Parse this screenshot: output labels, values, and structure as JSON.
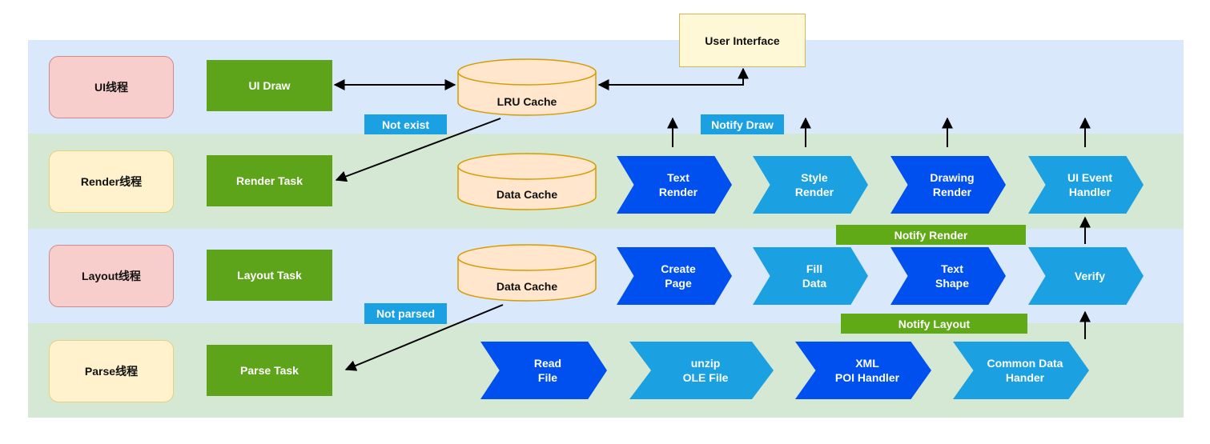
{
  "threads": {
    "ui": "UI线程",
    "render": "Render线程",
    "layout": "Layout线程",
    "parse": "Parse线程"
  },
  "tasks": {
    "ui_draw": "UI Draw",
    "render_task": "Render Task",
    "layout_task": "Layout Task",
    "parse_task": "Parse Task"
  },
  "user_interface": "User Interface",
  "caches": {
    "lru": "LRU Cache",
    "render_data": "Data Cache",
    "layout_data": "Data Cache"
  },
  "labels": {
    "not_exist": "Not exist",
    "notify_draw": "Notify Draw",
    "not_parsed": "Not parsed",
    "notify_render": "Notify Render",
    "notify_layout": "Notify Layout"
  },
  "render_steps": [
    {
      "line1": "Text",
      "line2": "Render"
    },
    {
      "line1": "Style",
      "line2": "Render"
    },
    {
      "line1": "Drawing",
      "line2": "Render"
    },
    {
      "line1": "UI Event",
      "line2": "Handler"
    }
  ],
  "layout_steps": [
    {
      "line1": "Create",
      "line2": "Page"
    },
    {
      "line1": "Fill",
      "line2": "Data"
    },
    {
      "line1": "Text",
      "line2": "Shape"
    },
    {
      "line1": "Verify",
      "line2": ""
    }
  ],
  "parse_steps": [
    {
      "line1": "Read",
      "line2": "File"
    },
    {
      "line1": "unzip",
      "line2": "OLE File"
    },
    {
      "line1": "XML",
      "line2": "POI Handler"
    },
    {
      "line1": "Common Data",
      "line2": "Hander"
    }
  ],
  "colors": {
    "lane_blue": "#dae8fc",
    "lane_green": "#d5e8d4",
    "task_green": "#5ea41a",
    "chevron_dark": "#0050ef",
    "chevron_light": "#1ba1e2",
    "cache_fill": "#ffe6cc",
    "cache_stroke": "#d79b00"
  }
}
